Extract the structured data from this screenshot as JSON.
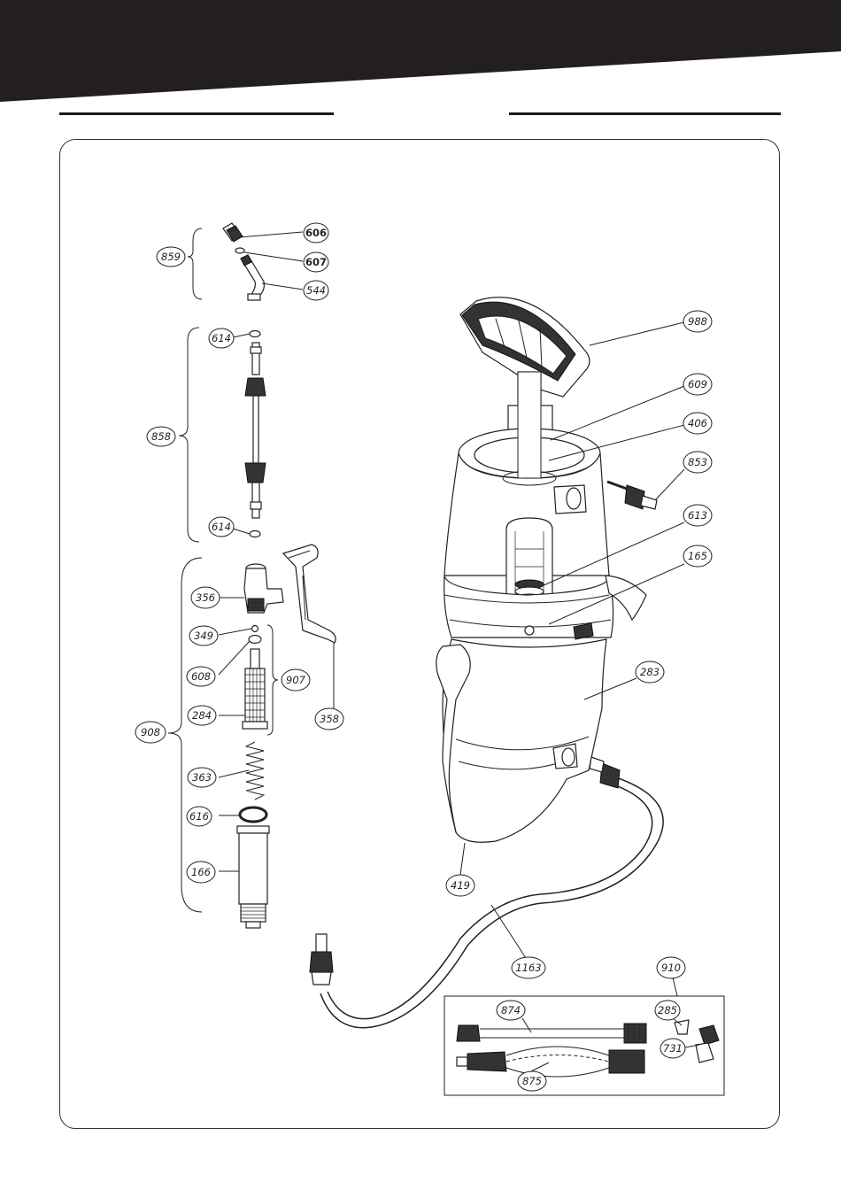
{
  "colors": {
    "banner": "#231f20",
    "line": "#222222",
    "paper": "#ffffff"
  },
  "callouts": [
    {
      "id": "c606",
      "label": "606",
      "bold": true
    },
    {
      "id": "c607",
      "label": "607",
      "bold": true
    },
    {
      "id": "c544",
      "label": "544"
    },
    {
      "id": "c859",
      "label": "859"
    },
    {
      "id": "c614a",
      "label": "614"
    },
    {
      "id": "c858",
      "label": "858"
    },
    {
      "id": "c614b",
      "label": "614"
    },
    {
      "id": "c356",
      "label": "356"
    },
    {
      "id": "c349",
      "label": "349"
    },
    {
      "id": "c608",
      "label": "608"
    },
    {
      "id": "c907",
      "label": "907"
    },
    {
      "id": "c284",
      "label": "284"
    },
    {
      "id": "c358",
      "label": "358"
    },
    {
      "id": "c908",
      "label": "908"
    },
    {
      "id": "c363",
      "label": "363"
    },
    {
      "id": "c616",
      "label": "616"
    },
    {
      "id": "c166",
      "label": "166"
    },
    {
      "id": "c988",
      "label": "988"
    },
    {
      "id": "c609",
      "label": "609"
    },
    {
      "id": "c406",
      "label": "406"
    },
    {
      "id": "c853",
      "label": "853"
    },
    {
      "id": "c613",
      "label": "613"
    },
    {
      "id": "c165",
      "label": "165"
    },
    {
      "id": "c283",
      "label": "283"
    },
    {
      "id": "c419",
      "label": "419"
    },
    {
      "id": "c1163",
      "label": "1163"
    },
    {
      "id": "c910",
      "label": "910"
    },
    {
      "id": "c874",
      "label": "874"
    },
    {
      "id": "c285",
      "label": "285"
    },
    {
      "id": "c731",
      "label": "731"
    },
    {
      "id": "c875",
      "label": "875"
    }
  ]
}
